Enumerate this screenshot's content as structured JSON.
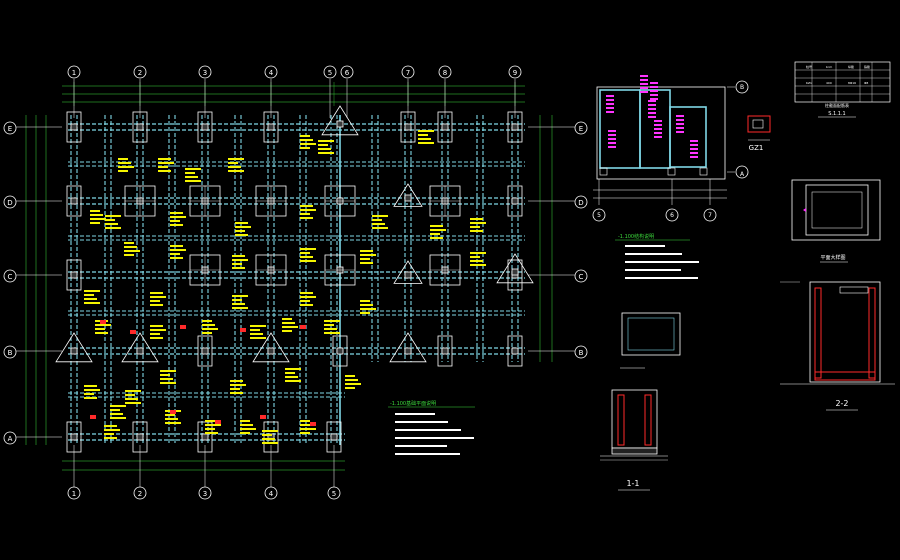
{
  "drawing": {
    "grid_bubbles_top": [
      "1",
      "2",
      "3",
      "4",
      "5",
      "6",
      "7",
      "8",
      "9"
    ],
    "grid_bubbles_bottom": [
      "1",
      "2",
      "3",
      "4",
      "5"
    ],
    "grid_bubbles_left": [
      "E",
      "D",
      "C",
      "B",
      "A"
    ],
    "grid_bubbles_right": [
      "E",
      "D",
      "C",
      "B"
    ],
    "detail_bubbles": {
      "d1": "B",
      "d2": "A",
      "d3": "5",
      "d4": "6",
      "d5": "7"
    },
    "section_titles": {
      "s11": "1-1",
      "s22": "2-2",
      "gz1": "GZ1",
      "plan_detail": "平面大样图"
    },
    "notes_main_title": "-1.100基础平面说明",
    "notes_side_title": "-1.100结构说明",
    "table_title": "柱截面配筋表",
    "table_subtitle": "S.1.1.1",
    "table_cells": [
      "柱号",
      "b×h",
      "纵筋",
      "箍筋",
      "KZ1",
      "400",
      "8Φ16",
      "Φ8"
    ]
  },
  "colors": {
    "background": "#000000",
    "grid": "#ffffff",
    "beam": "#7fd8e6",
    "footing": "#ffffff",
    "text_yellow": "#f5f500",
    "text_magenta": "#ff33ff",
    "dim_green": "#3cdc3c",
    "red": "#ff2a2a"
  }
}
